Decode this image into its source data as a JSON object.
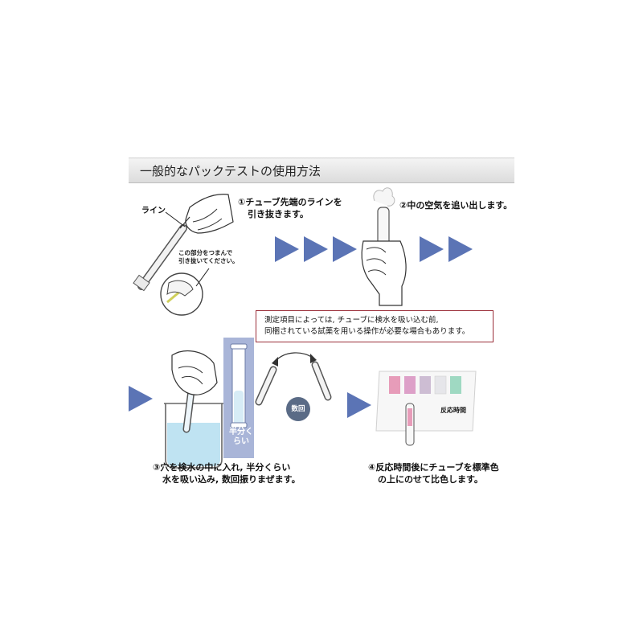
{
  "header": {
    "title": "一般的なパックテストの使用方法"
  },
  "steps": {
    "step1": {
      "line1": "①チューブ先端のラインを",
      "line2": "引き抜きます。"
    },
    "step2": {
      "line1": "②中の空気を追い出します。"
    },
    "step3": {
      "line1": "③穴を検水の中に入れ, 半分くらい",
      "line2": "水を吸い込み, 数回振りまぜます。"
    },
    "step4": {
      "line1": "④反応時間後にチューブを標準色",
      "line2": "の上にのせて比色します。"
    }
  },
  "labels": {
    "line": "ライン",
    "pinch_line1": "この部分をつまんで",
    "pinch_line2": "引き抜いてください。",
    "half": "半分くらい",
    "times": "数回",
    "reaction_time": "反応時間"
  },
  "note": {
    "line1": "測定項目によっては, チューブに検水を吸い込む前,",
    "line2": "同梱されている試薬を用いる操作が必要な場合もあります。"
  },
  "colors": {
    "arrow": "#5b74b5",
    "note_border": "#9b2f3a",
    "water": "#bfe3f2",
    "half_panel": "#a9b5d8",
    "badge": "#5a6b86",
    "swatches": [
      "#e79cb9",
      "#dda0c8",
      "#cdbdd3",
      "#e6e6ea",
      "#9fd9c2"
    ]
  }
}
